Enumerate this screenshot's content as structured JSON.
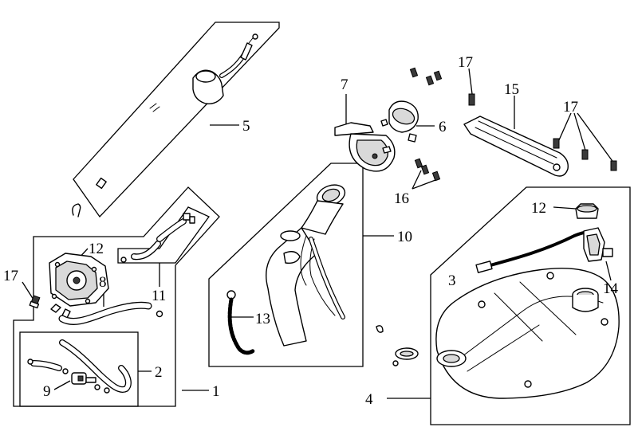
{
  "callouts": {
    "c1": "1",
    "c2": "2",
    "c3": "3",
    "c4": "4",
    "c5": "5",
    "c6": "6",
    "c7": "7",
    "c8": "8",
    "c9": "9",
    "c10": "10",
    "c11": "11",
    "c12_pump": "12",
    "c12_cap": "12",
    "c13": "13",
    "c14": "14",
    "c15": "15",
    "c16": "16",
    "c17_left": "17",
    "c17_top": "17",
    "c17_right": "17"
  },
  "colors": {
    "line": "#000000",
    "background": "#ffffff",
    "shade": "#d9d9d9"
  }
}
